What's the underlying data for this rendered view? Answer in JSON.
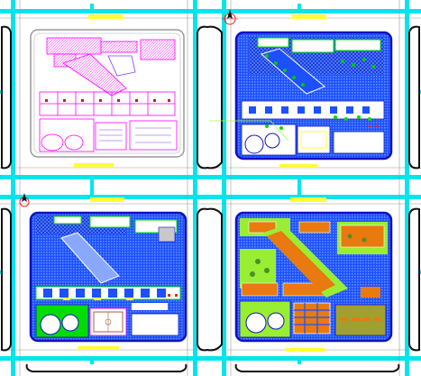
{
  "drawing": {
    "sheets": [
      {
        "id": "A",
        "variant": "linework"
      },
      {
        "id": "B",
        "variant": "planting"
      },
      {
        "id": "C",
        "variant": "paving"
      },
      {
        "id": "D",
        "variant": "colour"
      }
    ]
  },
  "colors": {
    "road": "#00e5ee",
    "kerb": "#7a7a7a",
    "block": "#111111",
    "label": "#ffff33",
    "paving": "#1d50ff",
    "site_outline": "#1010c0",
    "magenta": "#ff00ff",
    "green": "#00dd00",
    "lime": "#99ee33",
    "orange": "#e87a10",
    "olive": "#a0a030",
    "red": "#ff2020",
    "white": "#ffffff"
  },
  "icons": {
    "north_arrow": "north-arrow-icon"
  }
}
